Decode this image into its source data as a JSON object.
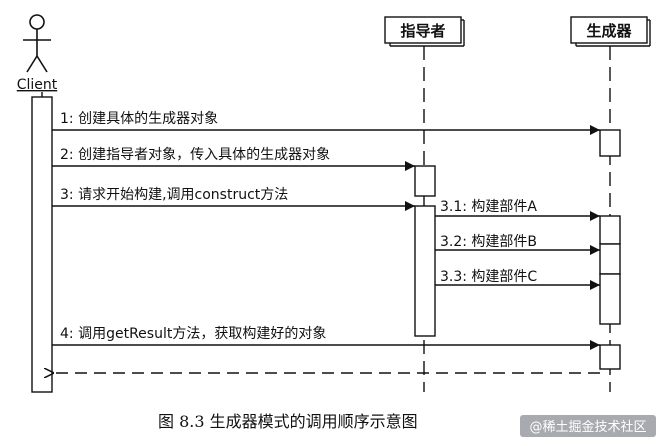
{
  "participants": {
    "client": "Client",
    "director": "指导者",
    "builder": "生成器"
  },
  "messages": [
    {
      "label": "1: 创建具体的生成器对象"
    },
    {
      "label": "2: 创建指导者对象，传入具体的生成器对象"
    },
    {
      "label": "3: 请求开始构建,调用construct方法"
    },
    {
      "label": "3.1: 构建部件A"
    },
    {
      "label": "3.2: 构建部件B"
    },
    {
      "label": "3.3: 构建部件C"
    },
    {
      "label": "4: 调用getResult方法，获取构建好的对象"
    }
  ],
  "caption": "图 8.3    生成器模式的调用顺序示意图",
  "watermark": "@稀土掘金技术社区"
}
